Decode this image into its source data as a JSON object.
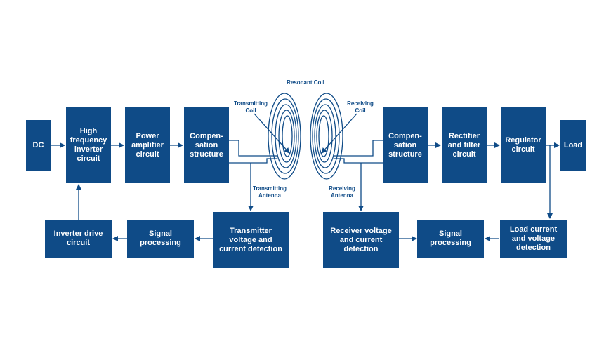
{
  "colors": {
    "block": "#0f4b87",
    "line": "#0f4b87",
    "background": "#ffffff"
  },
  "blocks": {
    "dc": "DC",
    "hf_inverter": "High\nfrequency\ninverter\ncircuit",
    "power_amp": "Power\namplifier\ncircuit",
    "comp_tx": "Compen-\nsation\nstructure",
    "comp_rx": "Compen-\nsation\nstructure",
    "rectifier": "Rectifier\nand filter\ncircuit",
    "regulator": "Regulator\ncircuit",
    "load": "Load",
    "inverter_drive": "Inverter drive\ncircuit",
    "signal_proc_tx": "Signal\nprocessing",
    "tx_detect": "Transmitter\nvoltage and\ncurrent detection",
    "rx_detect": "Receiver voltage\nand current\ndetection",
    "signal_proc_rx": "Signal\nprocessing",
    "load_detect": "Load current\nand voltage\ndetection"
  },
  "labels": {
    "resonant_coil": "Resonant Coil",
    "transmitting_coil": "Transmitting\nCoil",
    "receiving_coil": "Receiving\nCoil",
    "transmitting_antenna": "Transmitting\nAntenna",
    "receiving_antenna": "Receiving\nAntenna"
  }
}
